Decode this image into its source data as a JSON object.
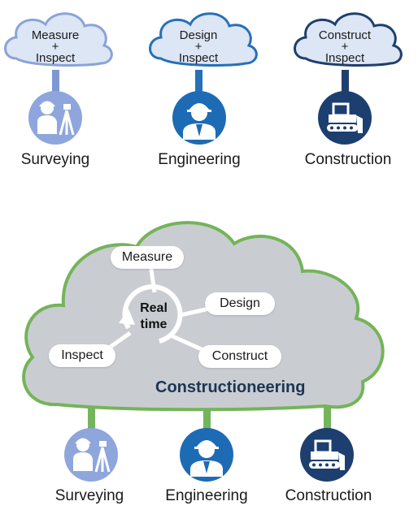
{
  "top_row": [
    {
      "cloud_line1": "Measure",
      "cloud_plus": "+",
      "cloud_line2": "Inspect",
      "label": "Surveying",
      "icon": "surveyor-icon",
      "color": "#8aa3d9"
    },
    {
      "cloud_line1": "Design",
      "cloud_plus": "+",
      "cloud_line2": "Inspect",
      "label": "Engineering",
      "icon": "engineer-icon",
      "color": "#1e6bb5"
    },
    {
      "cloud_line1": "Construct",
      "cloud_plus": "+",
      "cloud_line2": "Inspect",
      "label": "Construction",
      "icon": "bulldozer-icon",
      "color": "#1c3f70"
    }
  ],
  "cycle": {
    "center_line1": "Real",
    "center_line2": "time",
    "steps": [
      "Measure",
      "Design",
      "Construct",
      "Inspect"
    ]
  },
  "main_title": "Constructioneering",
  "bottom_row": [
    {
      "label": "Surveying",
      "icon": "surveyor-icon"
    },
    {
      "label": "Engineering",
      "icon": "engineer-icon"
    },
    {
      "label": "Construction",
      "icon": "bulldozer-icon"
    }
  ],
  "colors": {
    "cloud_top_fill": "#dce6f5",
    "cloud_top_stroke": "#7a96c8",
    "stem": "#6f8fcf",
    "big_cloud_fill": "#c8ccd1",
    "big_cloud_stroke": "#74b45a",
    "surveying": "#8aa3d9",
    "engineering": "#1e6bb5",
    "construction": "#1c3f70"
  }
}
